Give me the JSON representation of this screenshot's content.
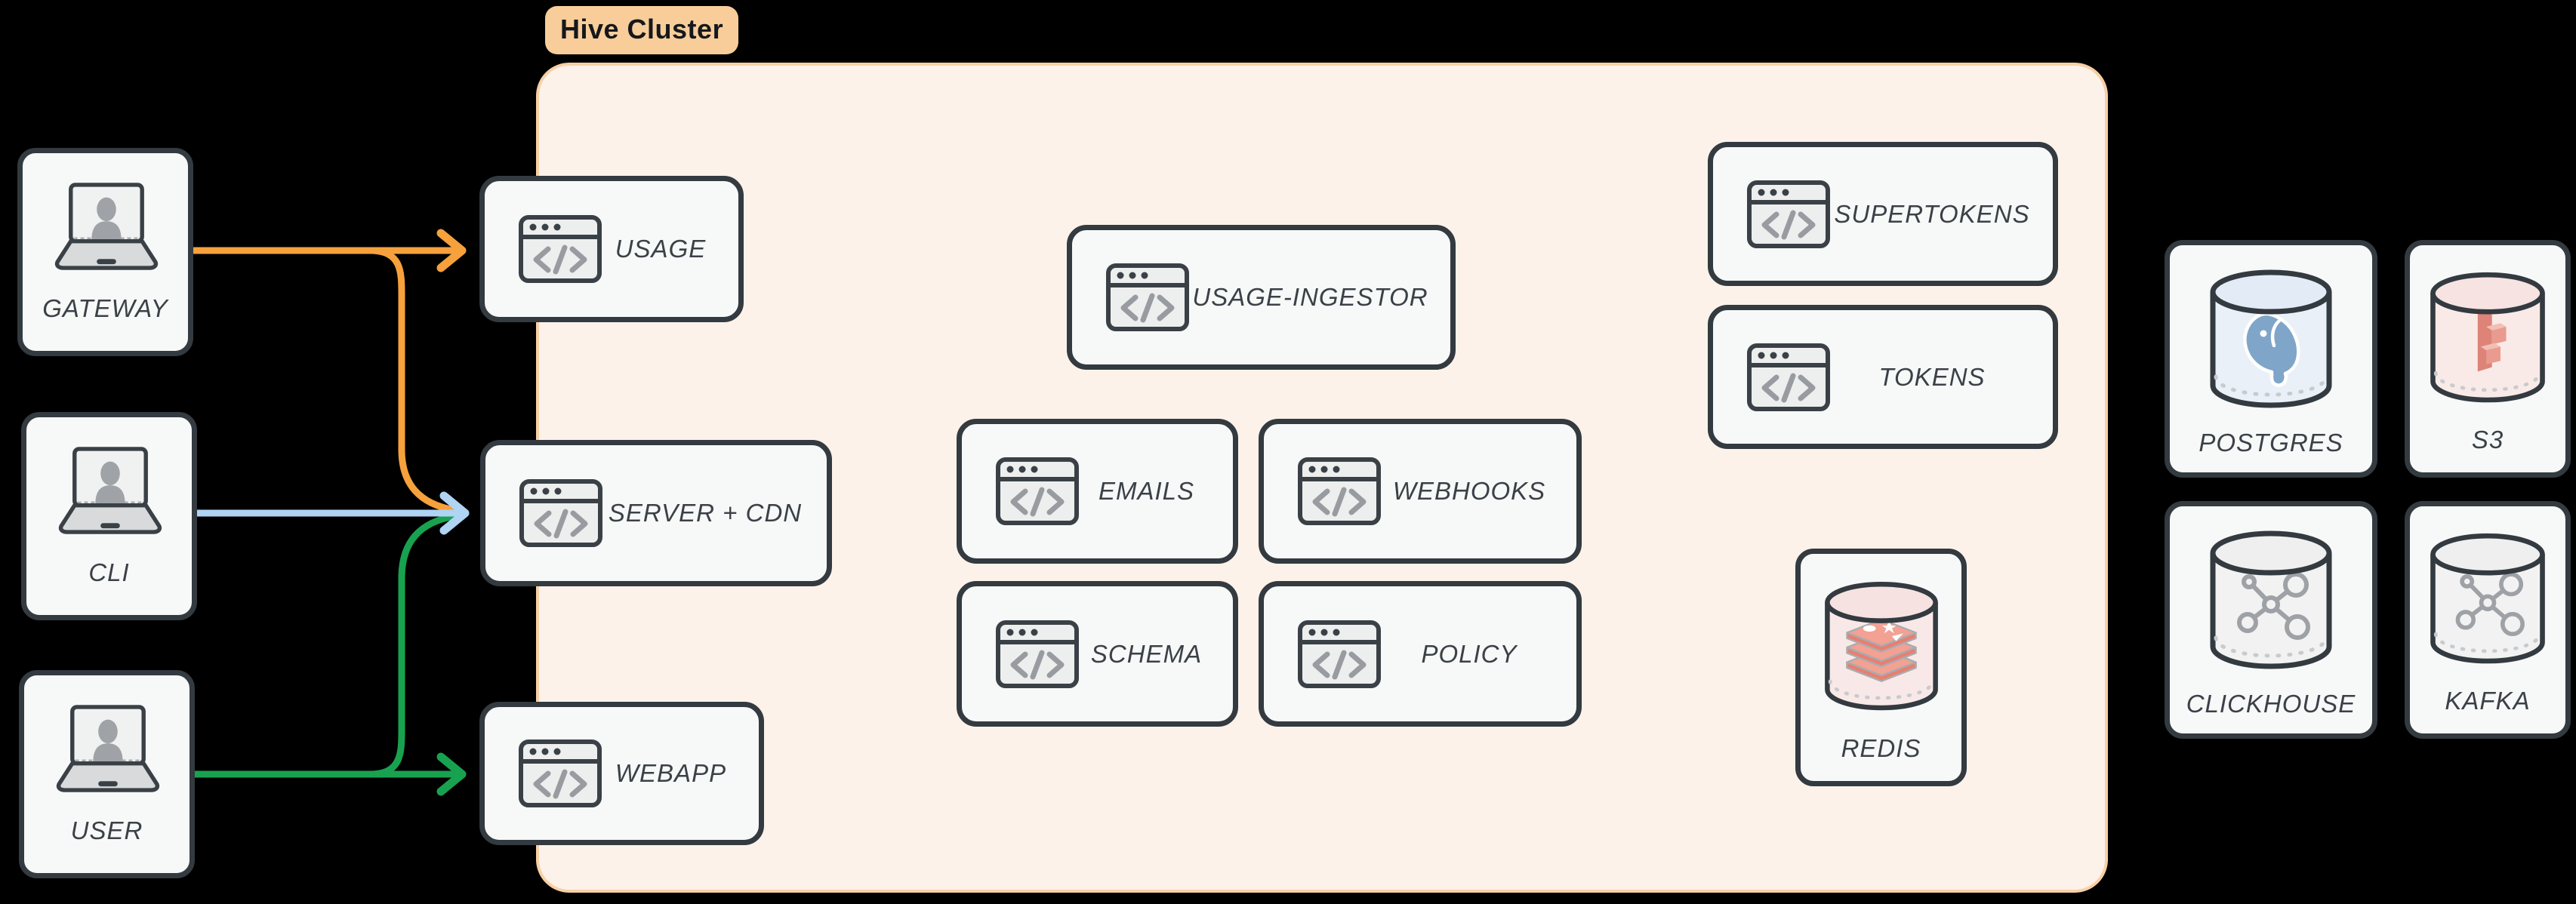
{
  "cluster": {
    "label": "Hive Cluster"
  },
  "actors": [
    {
      "label": "GATEWAY"
    },
    {
      "label": "CLI"
    },
    {
      "label": "USER"
    }
  ],
  "services": [
    {
      "label": "USAGE"
    },
    {
      "label": "SERVER + CDN"
    },
    {
      "label": "WEBAPP"
    },
    {
      "label": "USAGE-INGESTOR"
    },
    {
      "label": "EMAILS"
    },
    {
      "label": "WEBHOOKS"
    },
    {
      "label": "SCHEMA"
    },
    {
      "label": "POLICY"
    },
    {
      "label": "SUPERTOKENS"
    },
    {
      "label": "TOKENS"
    }
  ],
  "datastores": [
    {
      "label": "REDIS",
      "logo": "redis-logo"
    },
    {
      "label": "POSTGRES",
      "logo": "postgres-logo"
    },
    {
      "label": "S3",
      "logo": "s3-logo"
    },
    {
      "label": "CLICKHOUSE",
      "logo": "molecule"
    },
    {
      "label": "KAFKA",
      "logo": "molecule"
    }
  ],
  "arrows": [
    {
      "from": "GATEWAY",
      "to": "USAGE",
      "color": "#F6A13C"
    },
    {
      "from": "GATEWAY",
      "to": "SERVER + CDN",
      "color": "#F6A13C"
    },
    {
      "from": "CLI",
      "to": "SERVER + CDN",
      "color": "#AFD4F4"
    },
    {
      "from": "USER",
      "to": "SERVER + CDN",
      "color": "#18A24F"
    },
    {
      "from": "USER",
      "to": "WEBAPP",
      "color": "#18A24F"
    }
  ],
  "colors": {
    "background": "#000000",
    "cluster_fill": "#FDF2E9",
    "cluster_border": "#F8D0A6",
    "badge_fill": "#F8CD99",
    "node_fill": "#F7F8F8",
    "node_border": "#333A40",
    "label_text": "#3A4147",
    "arrow_orange": "#F6A13C",
    "arrow_blue": "#AFD4F4",
    "arrow_green": "#18A24F"
  }
}
